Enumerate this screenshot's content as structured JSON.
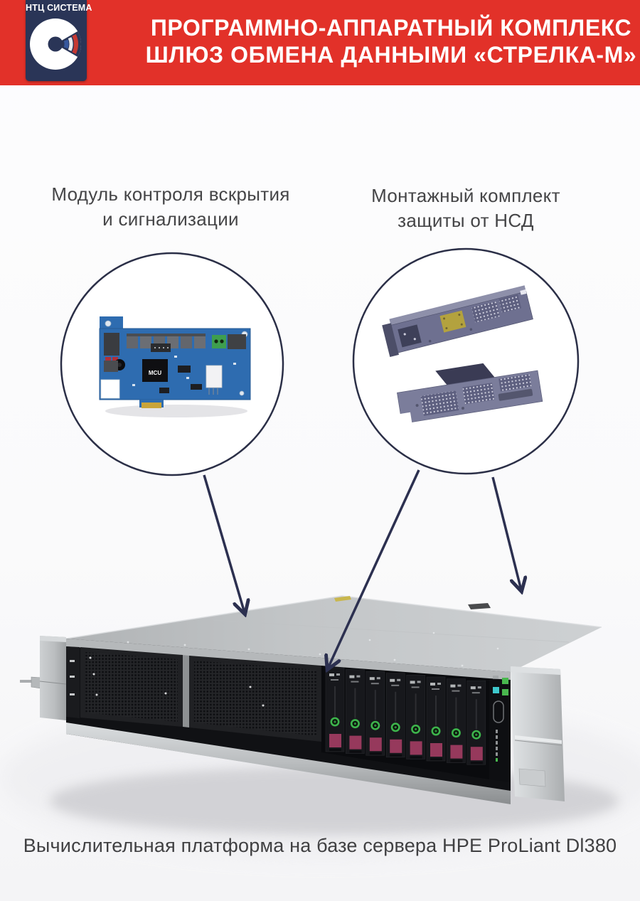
{
  "header": {
    "logo_text": "НТЦ СИСТЕМА",
    "title_line1": "ПРОГРАММНО-АППАРАТНЫЙ КОМПЛЕКС",
    "title_line2": "ШЛЮЗ ОБМЕНА ДАННЫМИ «СТРЕЛКА-М»"
  },
  "callouts": {
    "left": {
      "line1": "Модуль контроля вскрытия",
      "line2": "и сигнализации",
      "image": "tamper-control-and-alarm-board",
      "chip_label": "MCU"
    },
    "right": {
      "line1": "Монтажный комплект",
      "line2": "защиты от НСД",
      "image": "anti-tamper-mounting-kit"
    }
  },
  "caption": "Вычислительная платформа на базе сервера HPE ProLiant Dl380",
  "colors": {
    "header_bg": "#e23129",
    "logo_bg": "#2a3557",
    "arrow_navy": "#2c3050",
    "pcb_blue": "#2e6cb0",
    "bracket_purple": "#6e7090",
    "led_green": "#45b54d",
    "led_teal": "#3ec8cc",
    "drive_label_magenta": "#96395c",
    "label_text": "#454547"
  }
}
